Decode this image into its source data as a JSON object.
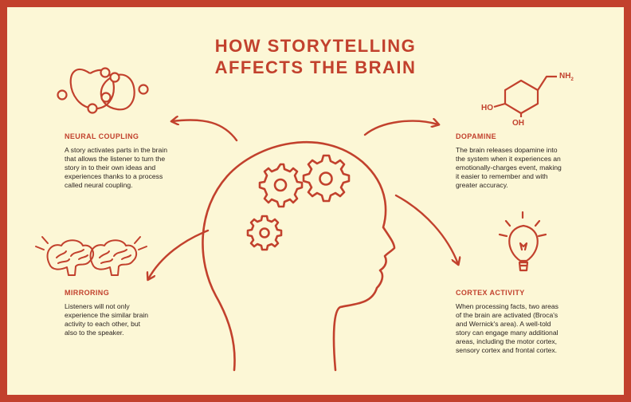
{
  "title": {
    "line1": "HOW STORYTELLING",
    "line2": "AFFECTS THE BRAIN"
  },
  "sections": {
    "neural_coupling": {
      "heading": "NEURAL COUPLING",
      "lines": [
        "A story activates parts in the brain",
        "that allows the listener to turn the",
        "story in to their own ideas and",
        "experiences thanks to a process",
        "called neural coupling."
      ]
    },
    "dopamine": {
      "heading": "DOPAMINE",
      "lines": [
        "The brain releases dopamine into",
        "the system when it experiences an",
        "emotionally-charges event, making",
        "it easier to remember and with",
        "greater accuracy."
      ]
    },
    "mirroring": {
      "heading": "MIRRORING",
      "lines": [
        "Listeners will not only",
        "experience the similar brain",
        "activity to each other, but",
        "also to the speaker."
      ]
    },
    "cortex_activity": {
      "heading": "CORTEX ACTIVITY",
      "lines": [
        "When processing facts, two areas",
        "of the brain are activated (Broca's",
        "and Wernick's area). A well-told",
        "story can engage many additional",
        "areas, including the motor cortex,",
        "sensory cortex and frontal cortex."
      ]
    }
  },
  "molecule": {
    "nh2_main": "NH",
    "nh2_sub": "2",
    "ho": "HO",
    "oh": "OH"
  },
  "icons": {
    "neural": "neural-coupling-icon",
    "molecule": "dopamine-molecule-icon",
    "brains": "brain-pair-icon",
    "bulb": "lightbulb-icon",
    "head": "head-with-gears-icon"
  },
  "colors": {
    "accent": "#c2412d",
    "background": "#fcf7d6",
    "text": "#2b2320"
  }
}
